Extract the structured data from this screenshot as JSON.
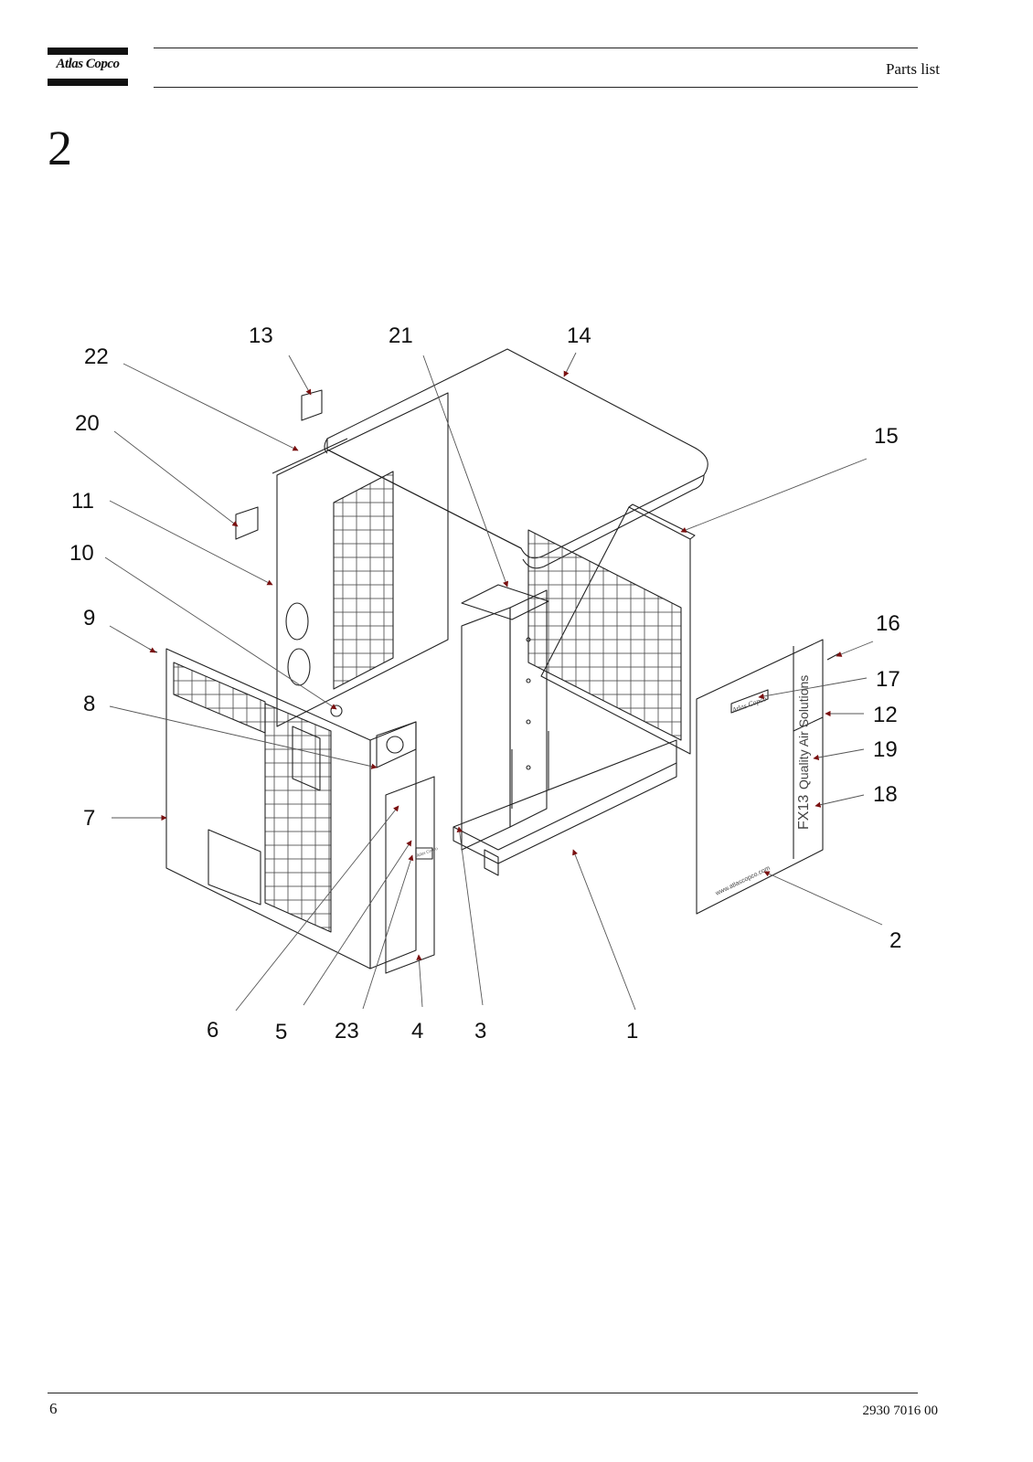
{
  "header": {
    "brand": "Atlas Copco",
    "title": "Parts list"
  },
  "section": {
    "number": "2"
  },
  "diagram": {
    "callouts": [
      "1",
      "2",
      "3",
      "4",
      "5",
      "6",
      "7",
      "8",
      "9",
      "10",
      "11",
      "12",
      "13",
      "14",
      "15",
      "16",
      "17",
      "18",
      "19",
      "20",
      "21",
      "22",
      "23"
    ],
    "panel_texts": {
      "model": "FX13",
      "slogan": "Quality Air Solutions",
      "url": "www.atlascopco.com",
      "plate_logo": "Atlas Copco"
    },
    "leader_color": "#7a1010"
  },
  "footer": {
    "page_number": "6",
    "doc_number": "2930 7016 00"
  }
}
